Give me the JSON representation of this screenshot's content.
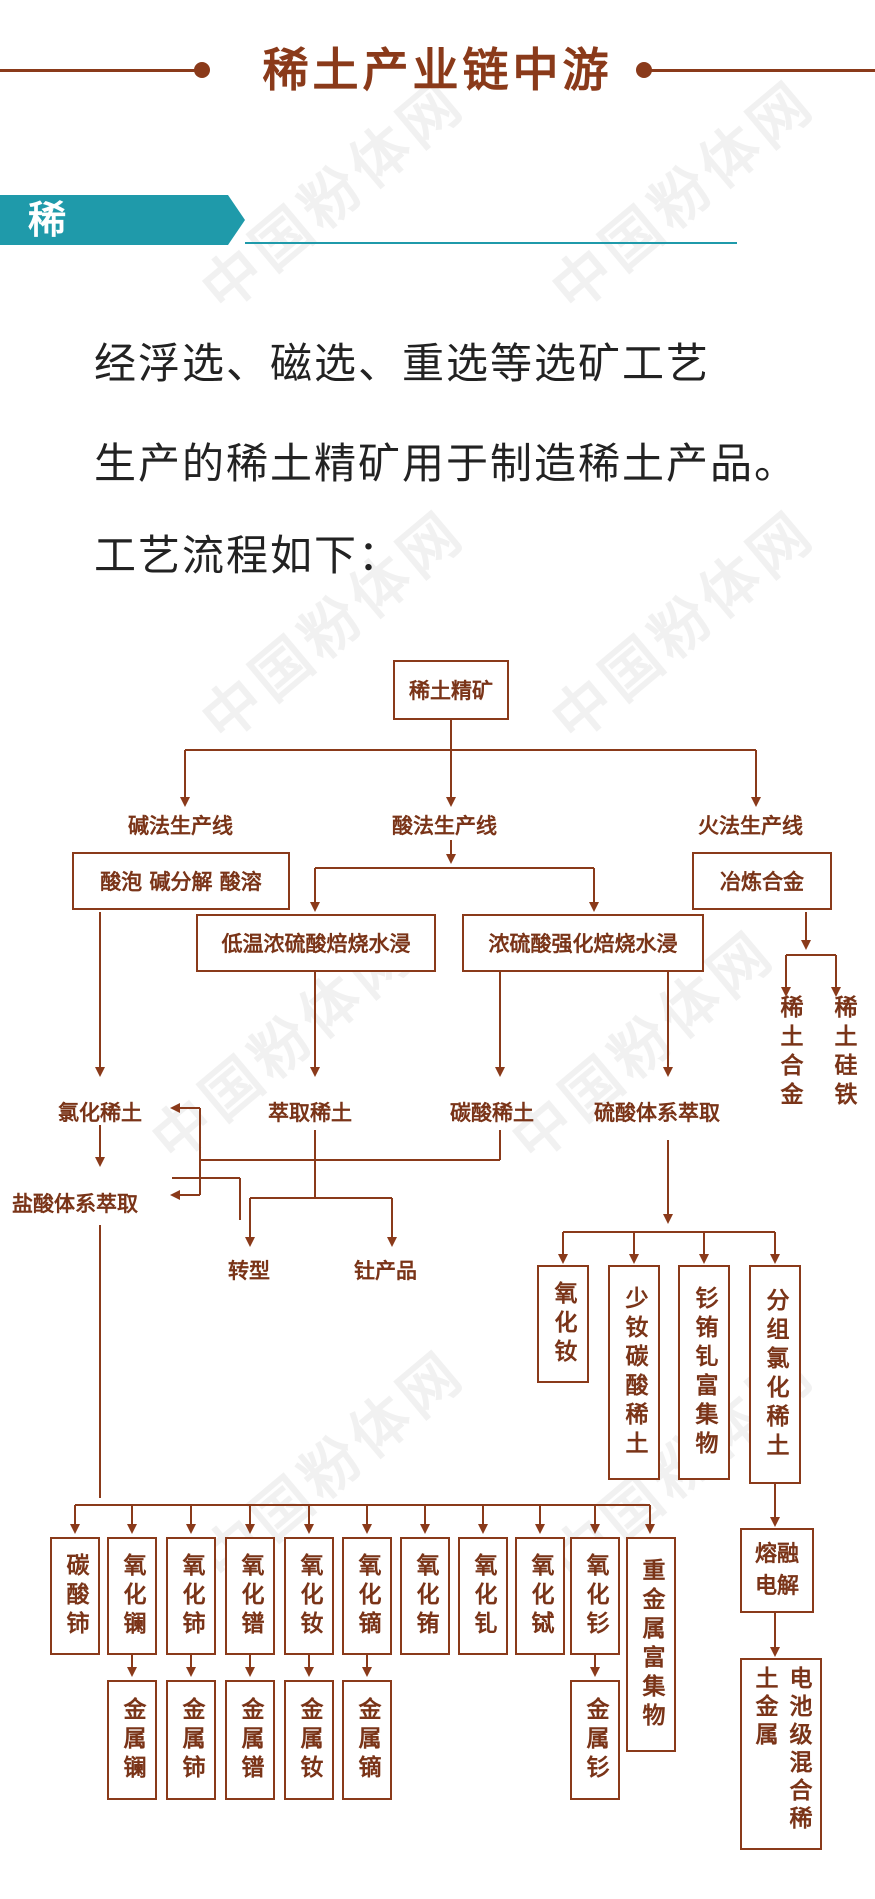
{
  "header": {
    "title": "稀土产业链中游"
  },
  "section": {
    "title": "稀土加工"
  },
  "intro": {
    "line1": "经浮选、磁选、重选等选矿工艺",
    "line2": "生产的稀土精矿用于制造稀土产品。",
    "line3": "工艺流程如下："
  },
  "watermark": "中国粉体网",
  "flow": {
    "root": "稀土精矿",
    "alkali_line": "碱法生产线",
    "acid_line": "酸法生产线",
    "fire_line": "火法生产线",
    "alkali_process": "酸泡  碱分解  酸溶",
    "low_temp": "低温浓硫酸焙烧水浸",
    "strong_acid": "浓硫酸强化焙烧水浸",
    "smelt_alloy": "冶炼合金",
    "re_alloy": "稀土合金",
    "re_ferrosilicon": "稀土硅铁",
    "re_chloride": "氯化稀土",
    "extract_re": "萃取稀土",
    "re_carbonate": "碳酸稀土",
    "sulfate_extraction": "硫酸体系萃取",
    "hcl_extraction": "盐酸体系萃取",
    "transform": "转型",
    "thorium": "钍产品",
    "nd_oxide_top": "氧化钕",
    "low_nd_carbonate": "少钕碳酸稀土",
    "sm_eu_gd": "钐铕钆富集物",
    "group_chloride": "分组氯化稀土",
    "molten_electrolysis": "熔融电解",
    "battery_mischmetal": "电池级混合稀土金属",
    "products": [
      "碳酸铈",
      "氧化镧",
      "氧化铈",
      "氧化镨",
      "氧化钕",
      "氧化镝",
      "氧化铕",
      "氧化钆",
      "氧化铽",
      "氧化钐",
      "重金属富集物"
    ],
    "metals": [
      "金属镧",
      "金属铈",
      "金属镨",
      "金属钕",
      "金属镝",
      "金属钐"
    ]
  }
}
